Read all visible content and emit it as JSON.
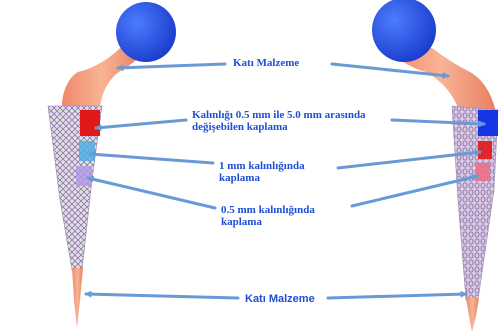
{
  "labels": {
    "solid_top": "Katı Malzeme",
    "variable_coating_line1": "Kalınlığı 0.5 mm ile 5.0 mm arasında",
    "variable_coating_line2": "değişebilen kaplama",
    "coating_1mm_line1": "1 mm kalınlığında",
    "coating_1mm_line2": "kaplama",
    "coating_05mm_line1": "0.5 mm kalınlığında",
    "coating_05mm_line2": "kaplama",
    "solid_bottom": "Katı Malzeme"
  },
  "colors": {
    "label_text": "#1d4fd6",
    "arrow": "#6a9ad6",
    "femoral_head": "#1f4fe0",
    "solid_body": "#f4a27e",
    "lattice": "#c8b2dc",
    "variable_zone": "#e01818",
    "variable_zone_right": "#1636e6",
    "zone_1mm": "#4fb0e8",
    "zone_05mm": "#b39ae6"
  }
}
